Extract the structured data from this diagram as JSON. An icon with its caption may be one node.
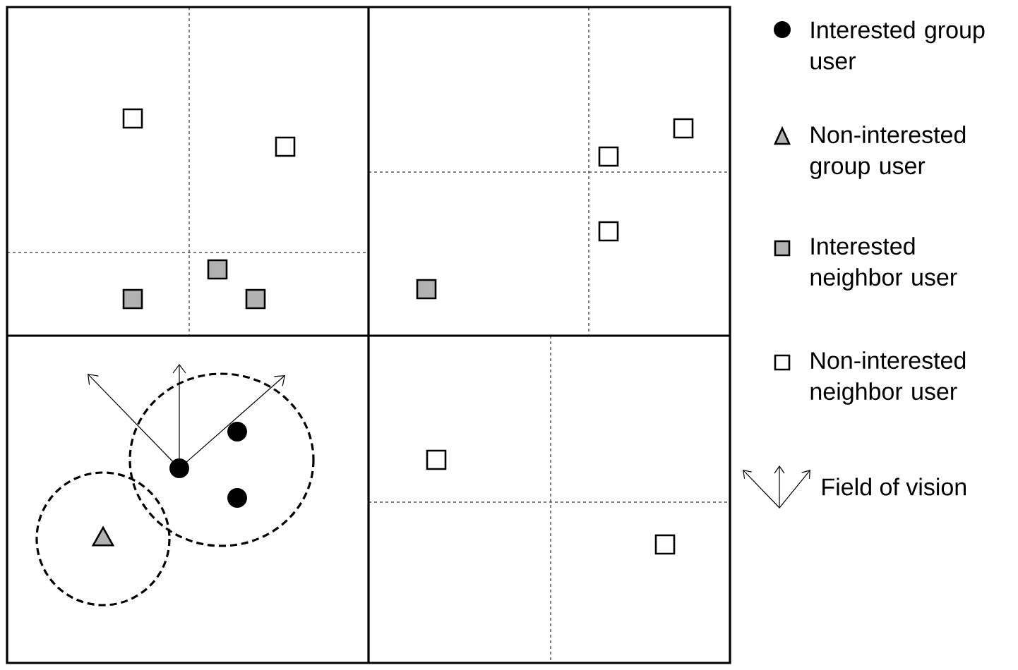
{
  "diagram": {
    "legend": [
      {
        "text": "Interested group user"
      },
      {
        "text": "Non-interested group user"
      },
      {
        "text": "Interested neighbor user"
      },
      {
        "text": "Non-interested neighbor user"
      },
      {
        "text": "Field of vision"
      }
    ]
  }
}
